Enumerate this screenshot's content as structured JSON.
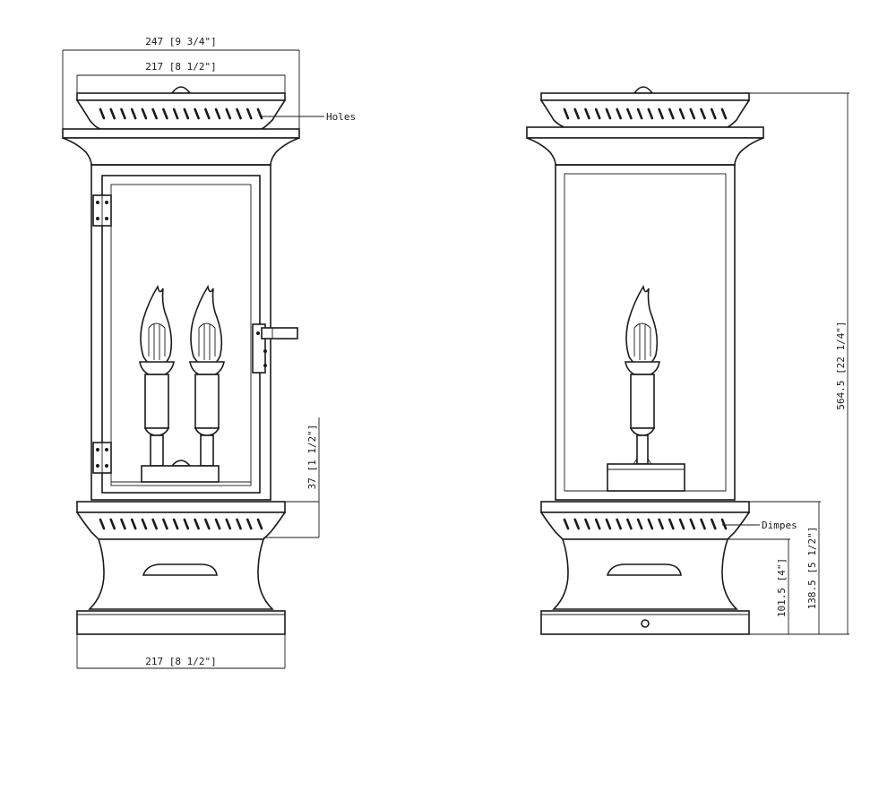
{
  "dimensions": {
    "overall_width": "247 [9 3/4\"]",
    "top_width": "217 [8 1/2\"]",
    "base_width": "217 [8 1/2\"]",
    "glass_bottom_height": "37 [1 1/2\"]",
    "overall_height": "564.5 [22 1/4\"]",
    "base_height": "138.5 [5 1/2\"]",
    "plinth_height": "101.5 [4\"]"
  },
  "callouts": {
    "holes": "Holes",
    "dimples": "Dimpes"
  }
}
